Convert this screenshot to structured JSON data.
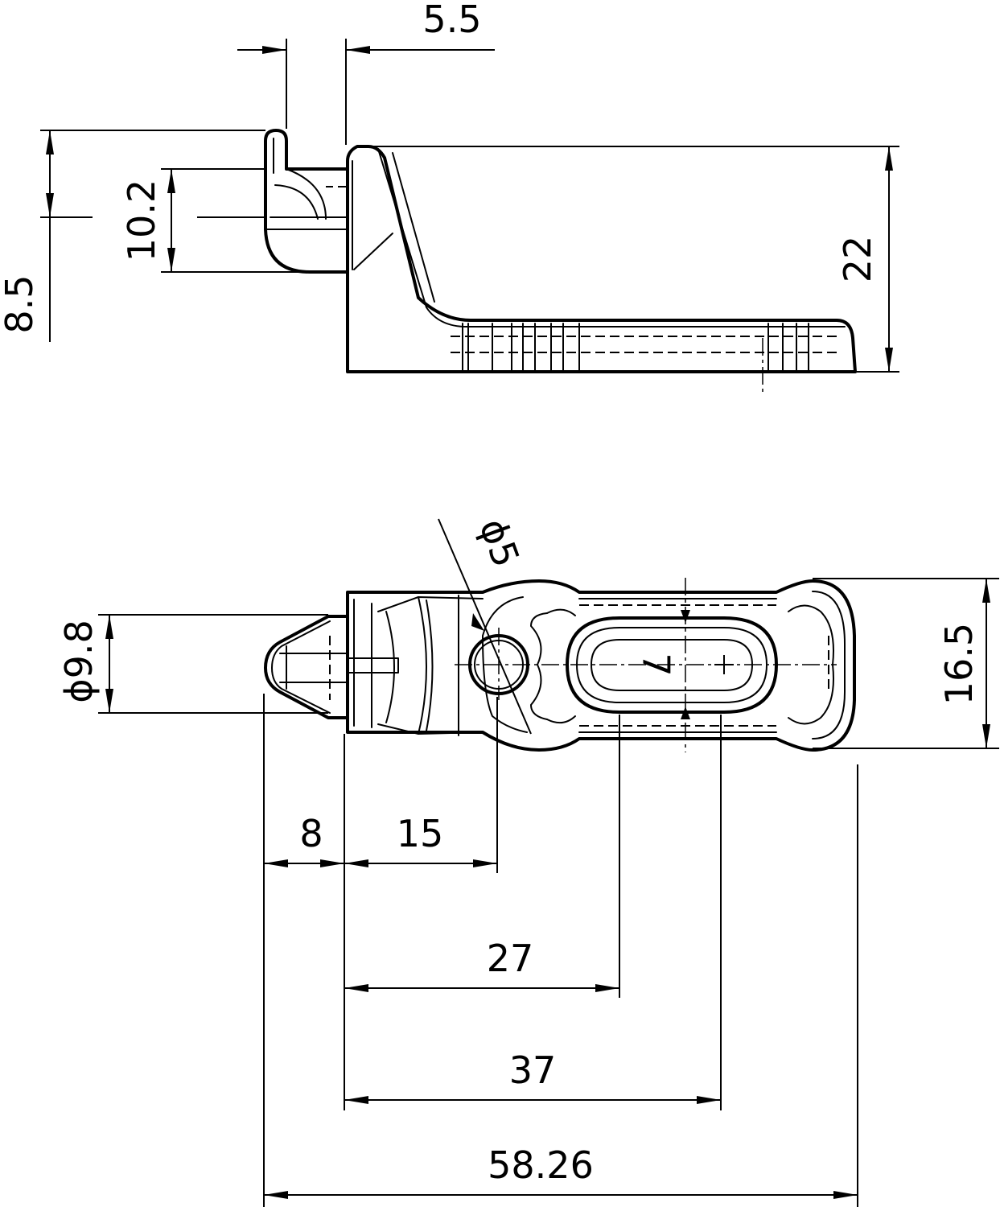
{
  "drawing": {
    "dimensions": {
      "top_offset": "5.5",
      "left_height": "8.5",
      "hook_height": "10.2",
      "overall_height": "22",
      "hole_diameter": "ϕ5",
      "slot_label": "7",
      "tip_diameter": "ϕ9.8",
      "body_width": "16.5",
      "tip_length": "8",
      "hole_position": "15",
      "slot_start": "27",
      "slot_end": "37",
      "overall_length": "58.26"
    }
  }
}
